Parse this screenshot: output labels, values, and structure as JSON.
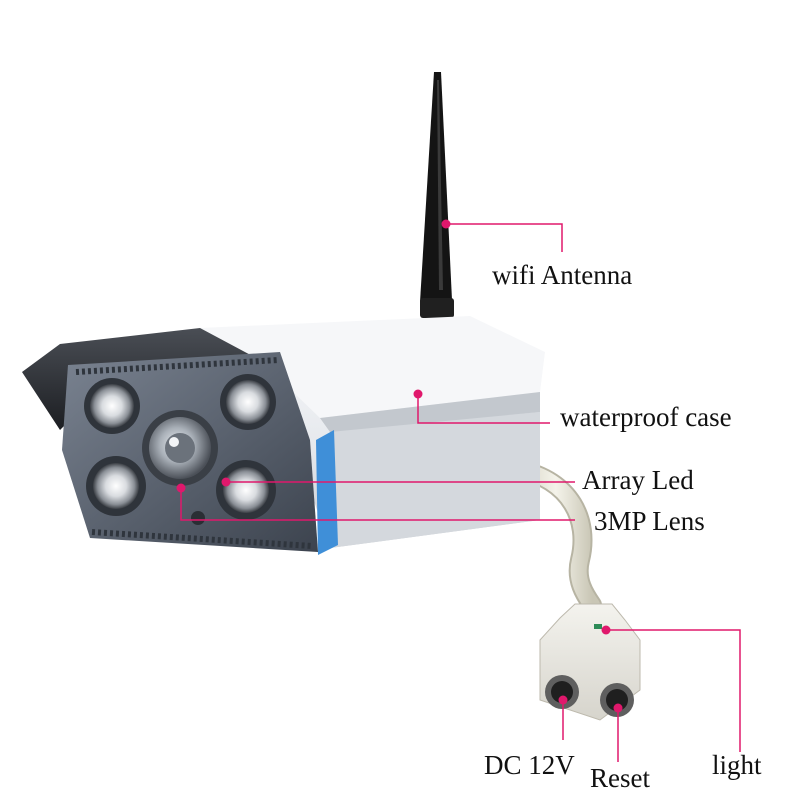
{
  "colors": {
    "callout": "#e0186c",
    "housing": "#eef1f4",
    "visor": "#2a2d33",
    "front_panel": "#5b6472",
    "antenna": "#111111",
    "accent_ring": "#3f8fd8"
  },
  "callouts": {
    "antenna": "wifi Antenna",
    "case": "waterproof case",
    "array_led": "Array Led",
    "lens": "3MP Lens",
    "dc": "DC 12V",
    "reset": "Reset",
    "light": "light"
  }
}
